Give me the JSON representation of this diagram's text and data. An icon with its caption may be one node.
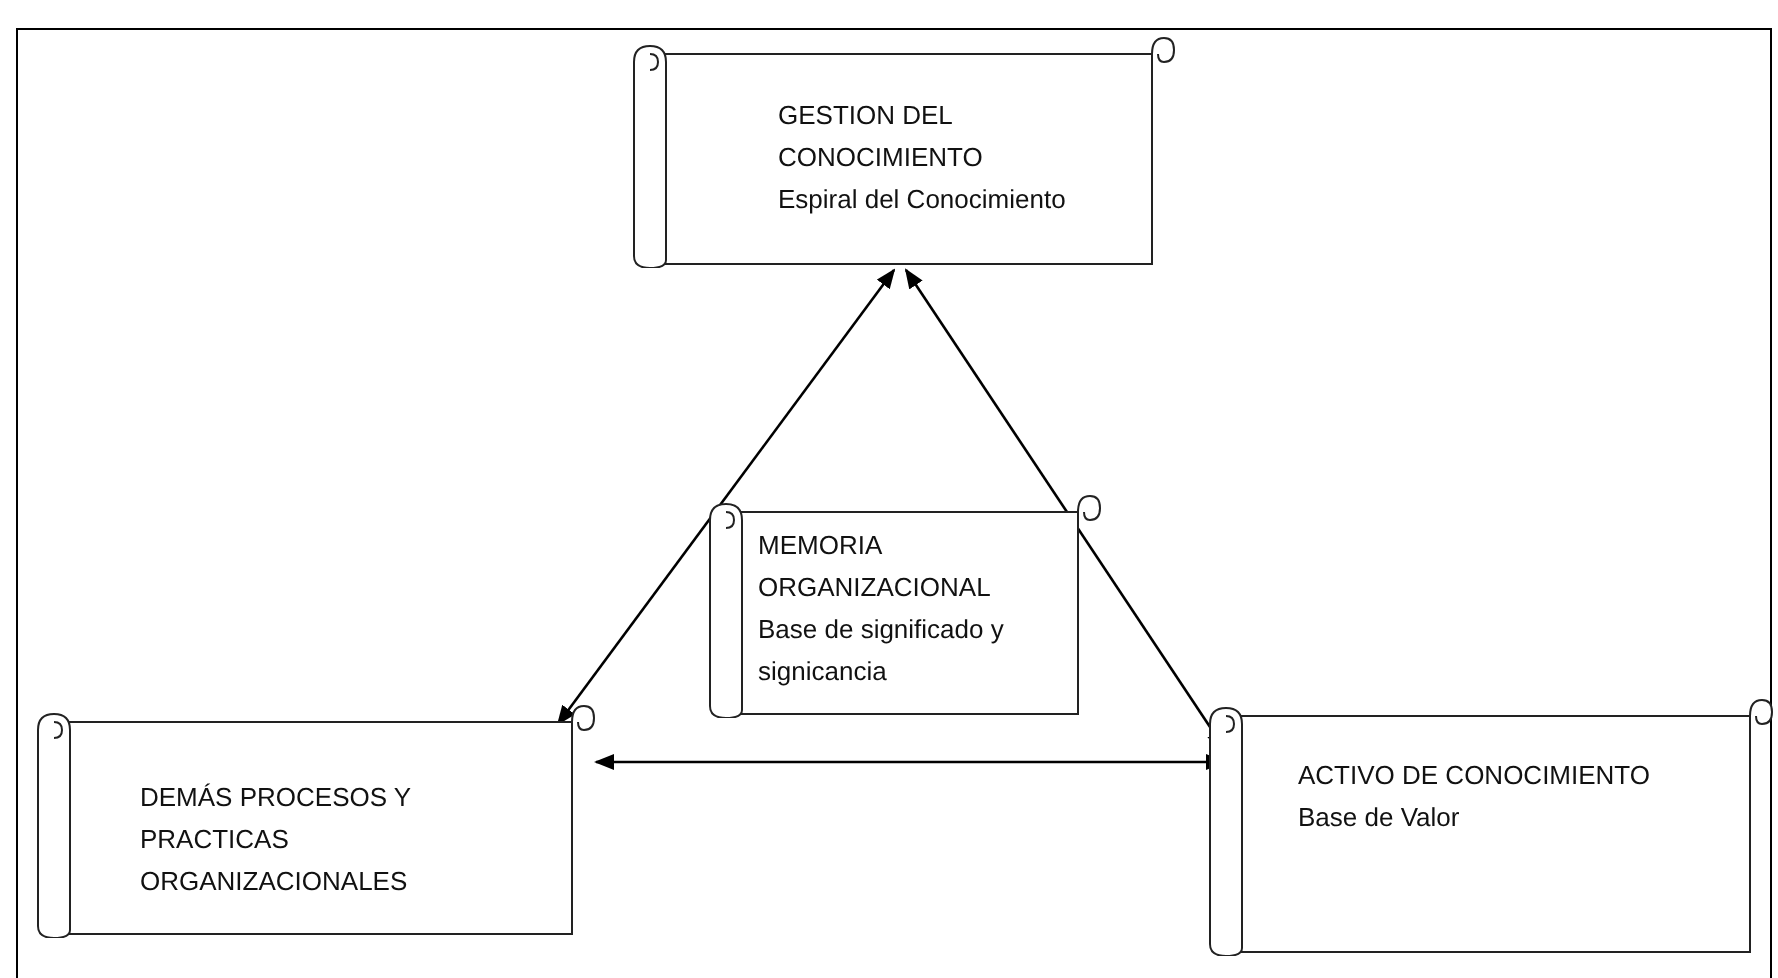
{
  "diagram": {
    "nodes": [
      {
        "text": [
          "GESTION DEL CONOCIMIENTO",
          "Espiral del Conocimiento"
        ]
      },
      {
        "text": [
          "MEMORIA ORGANIZACIONAL",
          "Base de significado y signicancia"
        ]
      },
      {
        "text": [
          "DEMÁS PROCESOS Y PRACTICAS ORGANIZACIONALES"
        ]
      },
      {
        "text": [
          "ACTIVO DE CONOCIMIENTO",
          "Base de Valor"
        ]
      }
    ],
    "edges": [
      {
        "from": 0,
        "to": 2,
        "arrow": "both"
      },
      {
        "from": 0,
        "to": 3,
        "arrow": "both"
      },
      {
        "from": 2,
        "to": 3,
        "arrow": "both"
      }
    ]
  }
}
